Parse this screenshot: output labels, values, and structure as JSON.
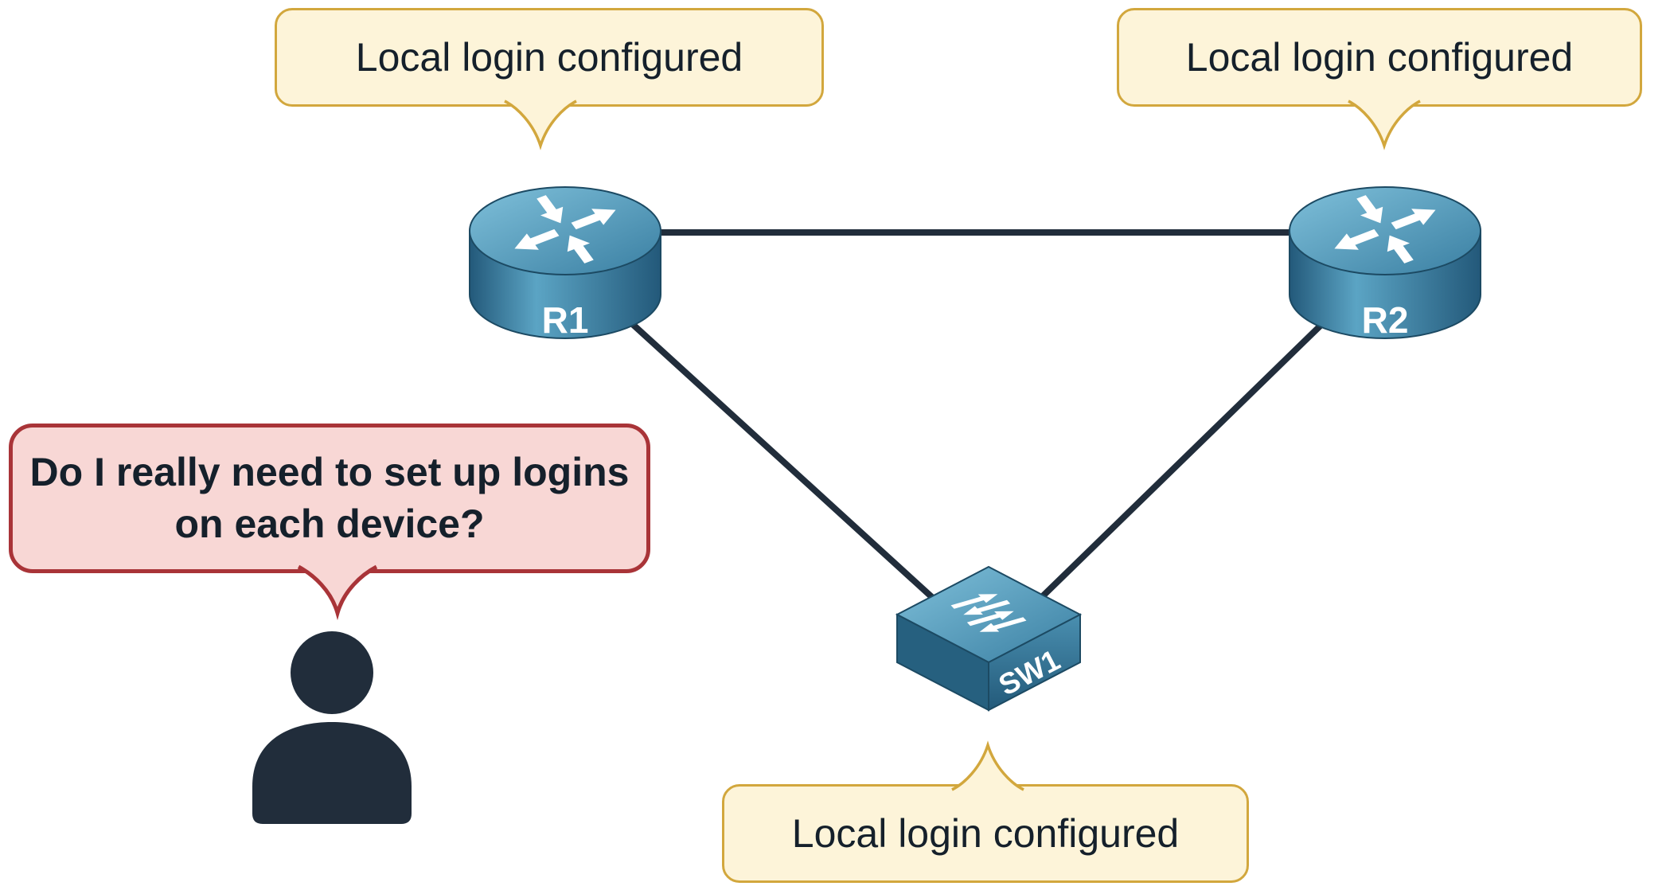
{
  "devices": {
    "r1": {
      "label": "R1",
      "type": "router"
    },
    "r2": {
      "label": "R2",
      "type": "router"
    },
    "sw1": {
      "label": "SW1",
      "type": "switch"
    }
  },
  "links": [
    {
      "from": "R1",
      "to": "R2"
    },
    {
      "from": "R1",
      "to": "SW1"
    },
    {
      "from": "R2",
      "to": "SW1"
    }
  ],
  "callouts": {
    "r1_note": "Local login configured",
    "r2_note": "Local login configured",
    "sw1_note": "Local login configured",
    "question": "Do I really need to set up logins on each device?"
  },
  "colors": {
    "note_bg": "#fdf4d9",
    "note_border": "#d2a73d",
    "question_bg": "#f8d7d5",
    "question_border": "#a93438",
    "link_line": "#212d3b",
    "router_dark": "#23597a",
    "router_light": "#7fc0da",
    "icon_dark": "#212d3b",
    "text_dark": "#15202b"
  }
}
